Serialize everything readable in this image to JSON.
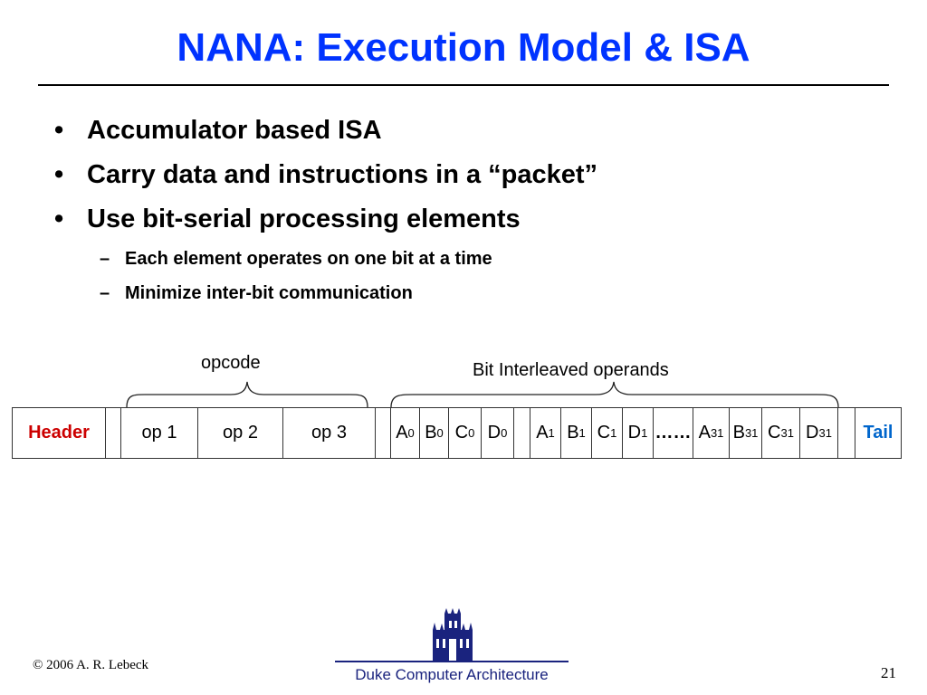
{
  "slide": {
    "title": "NANA: Execution Model & ISA",
    "bullets": [
      {
        "level": 1,
        "text": "Accumulator based ISA"
      },
      {
        "level": 1,
        "text": "Carry data and instructions in a “packet”"
      },
      {
        "level": 1,
        "text": "Use bit-serial processing elements"
      },
      {
        "level": 2,
        "text": "Each element operates on one bit at a time"
      },
      {
        "level": 2,
        "text": "Minimize inter-bit communication"
      }
    ],
    "bullet_symbol": "•",
    "sub_bullet_symbol": "–"
  },
  "diagram": {
    "opcode_label": "opcode",
    "operands_label": "Bit Interleaved operands",
    "cells": {
      "header": "Header",
      "op1": "op 1",
      "op2": "op 2",
      "op3": "op 3",
      "a0": "A",
      "a0_sub": "0",
      "b0": "B",
      "b0_sub": "0",
      "c0": "C",
      "c0_sub": "0",
      "d0": "D",
      "d0_sub": "0",
      "a1": "A",
      "a1_sub": "1",
      "b1": "B",
      "b1_sub": "1",
      "c1": "C",
      "c1_sub": "1",
      "d1": "D",
      "d1_sub": "1",
      "ellipsis": "……",
      "a31": "A",
      "a31_sub": "31",
      "b31": "B",
      "b31_sub": "31",
      "c31": "C",
      "c31_sub": "31",
      "d31": "D",
      "d31_sub": "31",
      "tail": "Tail"
    }
  },
  "footer": {
    "copyright": "© 2006 A. R. Lebeck",
    "course": "Duke Computer Architecture",
    "page_number": "21"
  },
  "colors": {
    "title": "#0033ff",
    "header_cell": "#cc0000",
    "tail_cell": "#0066cc",
    "footer_text": "#1a237e",
    "footer_rule": "#1a237e",
    "logo": "#1a237e"
  },
  "icons": {
    "logo": "duke-chapel-logo-icon"
  }
}
